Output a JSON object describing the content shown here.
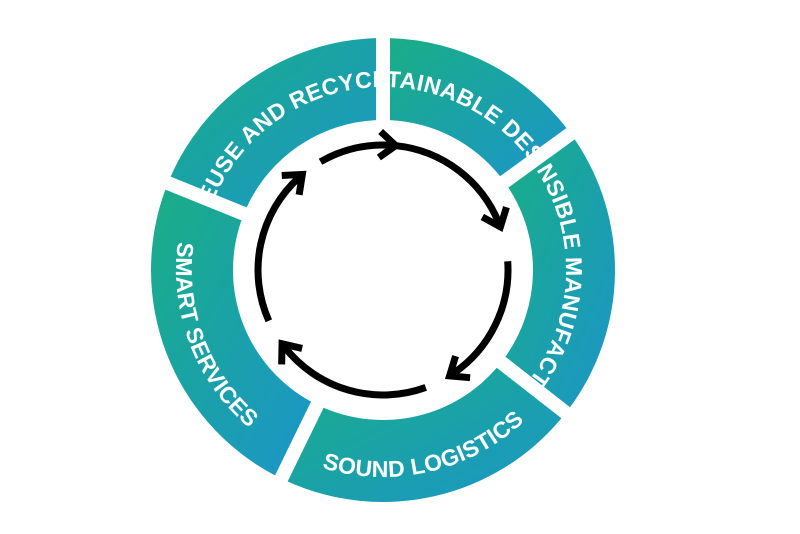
{
  "segments": [
    {
      "label": "SUSTAINABLE DESIGN"
    },
    {
      "label": "RESPONSIBLE MANUFACTURING"
    },
    {
      "label": "SOUND LOGISTICS"
    },
    {
      "label": "SMART SERVICES"
    },
    {
      "label": "REUSE AND RECYCLE"
    }
  ],
  "colors": {
    "gradient_start": "#1aae86",
    "gradient_end": "#1b95c9",
    "text": "#ffffff",
    "arrow": "#000000"
  }
}
